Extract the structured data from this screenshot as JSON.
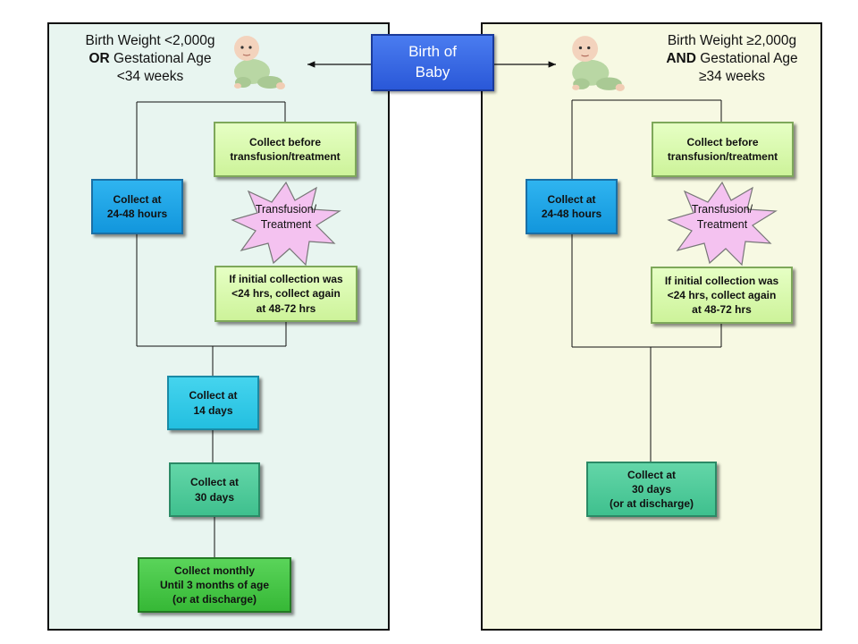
{
  "birth": {
    "label": "Birth of\nBaby"
  },
  "left": {
    "heading_line1": "Birth Weight <2,000g",
    "heading_bold": "OR",
    "heading_line2_rest": " Gestational Age",
    "heading_line3": "<34 weeks",
    "collect_before": "Collect before\ntransfusion/treatment",
    "collect_24_48": "Collect at\n24-48  hours",
    "transfusion": "Transfusion/\nTreatment",
    "if_initial": "If initial collection was\n<24 hrs, collect again\nat 48-72 hrs",
    "collect_14": "Collect at\n14 days",
    "collect_30": "Collect at\n30 days",
    "collect_monthly": "Collect monthly\nUntil 3 months of age\n(or at discharge)"
  },
  "right": {
    "heading_line1": "Birth Weight ≥2,000g",
    "heading_bold": "AND",
    "heading_line2_rest": " Gestational Age",
    "heading_line3": "≥34 weeks",
    "collect_before": "Collect before\ntransfusion/treatment",
    "collect_24_48": "Collect at\n24-48  hours",
    "transfusion": "Transfusion/\nTreatment",
    "if_initial": "If initial collection was\n<24 hrs, collect again\nat 48-72 hrs",
    "collect_30": "Collect at\n30 days\n(or at discharge)"
  },
  "colors": {
    "left_panel_bg": "#e8f5f0",
    "right_panel_bg": "#f7f9e3",
    "birth_box": "#3a6ae6",
    "star_fill": "#f4c2f0"
  }
}
